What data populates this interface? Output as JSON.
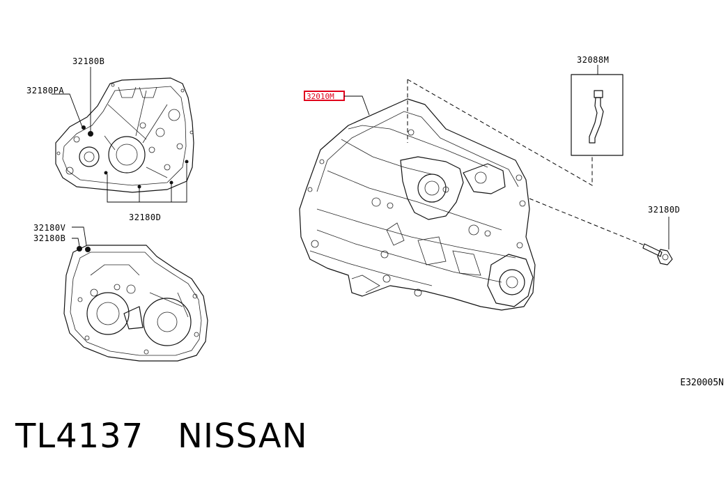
{
  "parts": {
    "p32180B_top": "32180B",
    "p32180PA": "32180PA",
    "p32180D_left": "32180D",
    "p32180V": "32180V",
    "p32180B_bottom": "32180B",
    "p32010M": "32010M",
    "p32088M": "32088M",
    "p32180D_right": "32180D"
  },
  "diagram_code": "E320005N",
  "footer": {
    "part_number": "TL4137",
    "brand": "NISSAN"
  },
  "colors": {
    "highlight": "#e0001b",
    "line": "#111111"
  }
}
